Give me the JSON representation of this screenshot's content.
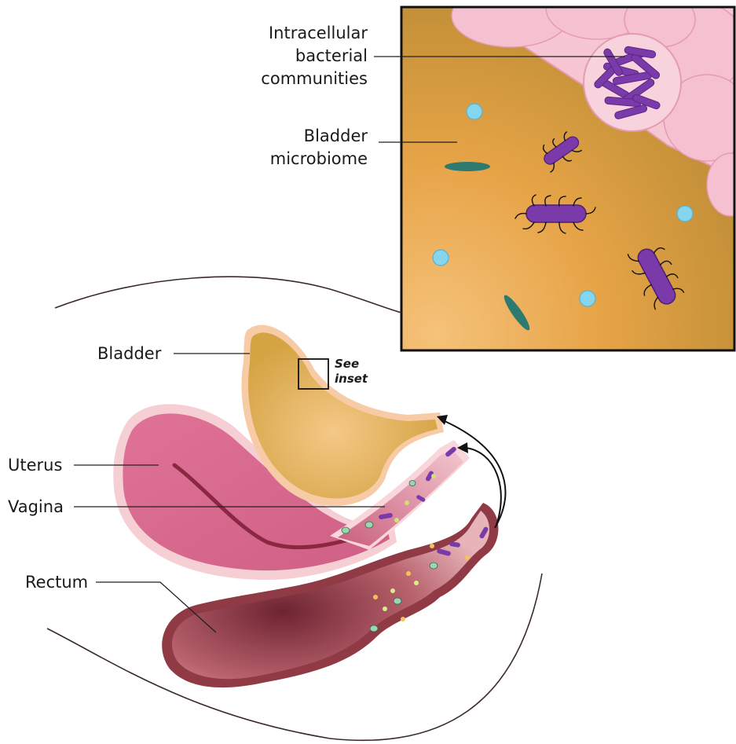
{
  "labels": {
    "intracellular_line1": "Intracellular",
    "intracellular_line2": "bacterial",
    "intracellular_line3": "communities",
    "microbiome_line1": "Bladder",
    "microbiome_line2": "microbiome",
    "bladder": "Bladder",
    "see_inset_line1": "See",
    "see_inset_line2": "inset",
    "uterus": "Uterus",
    "vagina": "Vagina",
    "rectum": "Rectum"
  },
  "colors": {
    "bladder_fill": "#d9a84a",
    "bladder_rim": "#f6cba6",
    "uterus_fill": "#d9688b",
    "rectum_fill": "#8f3a44",
    "inset_bg": "#d39a3a",
    "tissue_cells": "#f3bccb",
    "bacteria_purple": "#7a3aa8",
    "cocci_blue": "#7fd3ec",
    "rod_teal": "#2f7a70"
  }
}
